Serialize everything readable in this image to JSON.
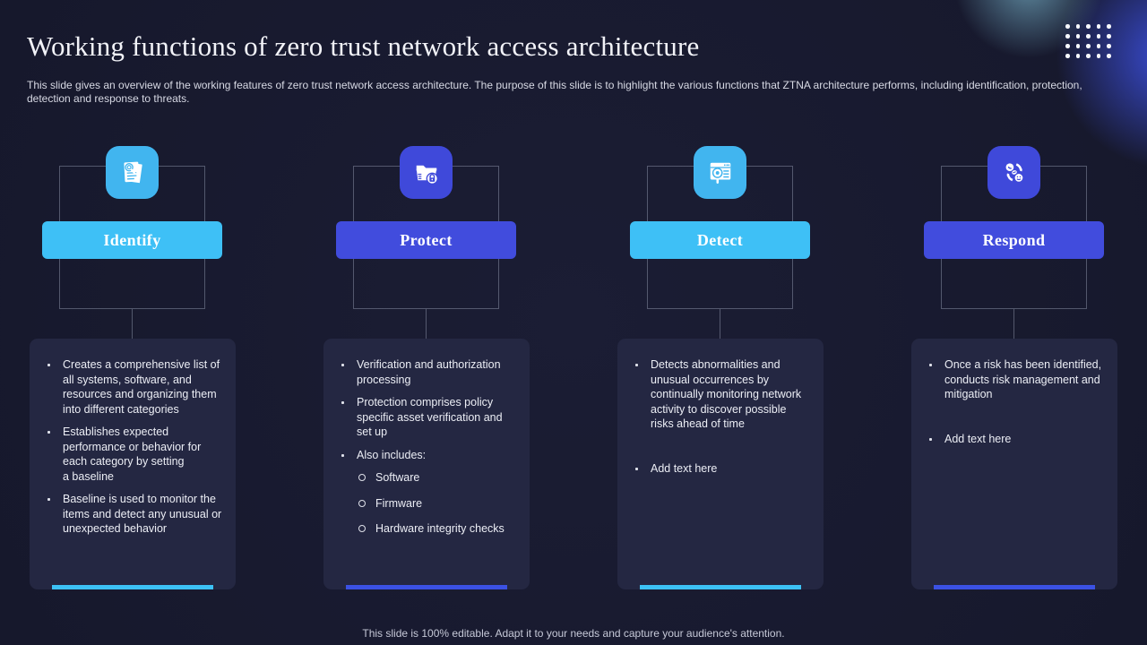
{
  "slide": {
    "title": "Working functions of zero trust network access architecture",
    "description": "This slide gives an overview of the working features of zero trust network access architecture. The purpose of this slide is to highlight the various functions that ZTNA  architecture performs, including identification, protection,\ndetection and response to threats.",
    "footer": "This slide is 100% editable. Adapt it to your needs and capture your audience's attention."
  },
  "colors": {
    "background": "#181a2f",
    "card": "#242742",
    "accent_cyan": "#3ec0f6",
    "accent_blue": "#414cdd",
    "glow_cyan": "#96e1f8",
    "glow_blue": "#3e52e6"
  },
  "columns": [
    {
      "button": "Identify",
      "icon": "document-search-icon",
      "accent": "cyan",
      "items": [
        {
          "text": "Creates a comprehensive list of all systems, software, and resources and organizing them into different categories"
        },
        {
          "text": "Establishes expected performance or behavior for each category by setting\na baseline"
        },
        {
          "text": "Baseline is used to monitor the items and detect any unusual or\nunexpected behavior"
        }
      ]
    },
    {
      "button": "Protect",
      "icon": "folder-lock-icon",
      "accent": "blue",
      "items": [
        {
          "text": "Verification and authorization processing"
        },
        {
          "text": "Protection comprises policy specific asset verification and set up"
        },
        {
          "text": "Also includes:"
        },
        {
          "text": "Software"
        },
        {
          "text": "Firmware"
        },
        {
          "text": "Hardware integrity checks"
        }
      ]
    },
    {
      "button": "Detect",
      "icon": "monitor-search-icon",
      "accent": "cyan",
      "items": [
        {
          "text": "Detects abnormalities and unusual occurrences by continually monitoring network activity to discover possible risks ahead of time"
        },
        {
          "text": "Add text here"
        }
      ]
    },
    {
      "button": "Respond",
      "icon": "response-cycle-icon",
      "accent": "blue",
      "items": [
        {
          "text": "Once a risk has been identified, conducts risk management and mitigation"
        },
        {
          "text": "Add text here"
        }
      ]
    }
  ]
}
